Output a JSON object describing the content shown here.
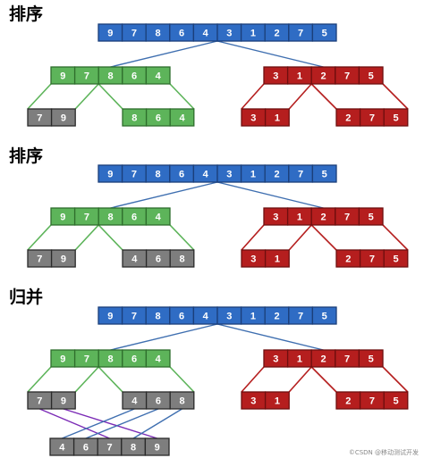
{
  "colors": {
    "blue_fill": "#2F6CC4",
    "blue_stroke": "#1B3F7A",
    "green_fill": "#5DB45A",
    "green_stroke": "#2E6E2C",
    "red_fill": "#B51E1E",
    "red_stroke": "#6E0E0E",
    "gray_fill": "#7E7E7E",
    "gray_stroke": "#2A2A2A",
    "merge_line": "#7B2BB6",
    "guide_line": "#3F6FB0"
  },
  "sections": [
    {
      "title": "排序",
      "root": [
        "9",
        "7",
        "8",
        "6",
        "4",
        "3",
        "1",
        "2",
        "7",
        "5"
      ],
      "left": [
        "9",
        "7",
        "8",
        "6",
        "4"
      ],
      "right": [
        "3",
        "1",
        "2",
        "7",
        "5"
      ],
      "leaves": [
        [
          "7",
          "9"
        ],
        [
          "8",
          "6",
          "4"
        ],
        [
          "3",
          "1"
        ],
        [
          "2",
          "7",
          "5"
        ]
      ]
    },
    {
      "title": "排序",
      "root": [
        "9",
        "7",
        "8",
        "6",
        "4",
        "3",
        "1",
        "2",
        "7",
        "5"
      ],
      "left": [
        "9",
        "7",
        "8",
        "6",
        "4"
      ],
      "right": [
        "3",
        "1",
        "2",
        "7",
        "5"
      ],
      "leaves": [
        [
          "7",
          "9"
        ],
        [
          "4",
          "6",
          "8"
        ],
        [
          "3",
          "1"
        ],
        [
          "2",
          "7",
          "5"
        ]
      ]
    },
    {
      "title": "归并",
      "root": [
        "9",
        "7",
        "8",
        "6",
        "4",
        "3",
        "1",
        "2",
        "7",
        "5"
      ],
      "left": [
        "9",
        "7",
        "8",
        "6",
        "4"
      ],
      "right": [
        "3",
        "1",
        "2",
        "7",
        "5"
      ],
      "leaves": [
        [
          "7",
          "9"
        ],
        [
          "4",
          "6",
          "8"
        ],
        [
          "3",
          "1"
        ],
        [
          "2",
          "7",
          "5"
        ]
      ],
      "merged": [
        "4",
        "6",
        "7",
        "8",
        "9"
      ]
    }
  ],
  "watermark": "©CSDN @移动测试开发"
}
